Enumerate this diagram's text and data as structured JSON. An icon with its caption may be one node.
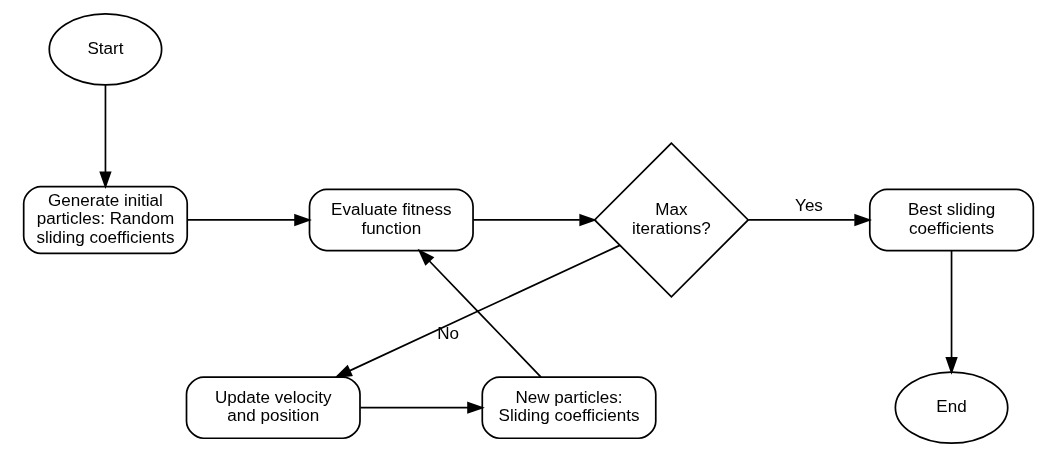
{
  "diagram": {
    "nodes": [
      {
        "text": [
          "Start"
        ]
      },
      {
        "text": [
          "Generate initial particles: Random sliding coefficients"
        ]
      },
      {
        "text": [
          "Evaluate fitness function"
        ]
      },
      {
        "text": [
          "Max iterations?"
        ]
      },
      {
        "text": [
          "Best sliding coefficients"
        ]
      },
      {
        "text": [
          "End"
        ]
      },
      {
        "text": [
          "Update velocity and position"
        ]
      },
      {
        "text": [
          "New particles: Sliding coefficients"
        ]
      }
    ],
    "edges": [
      {
        "from": 0,
        "to": 1,
        "arrow": "to"
      },
      {
        "from": 1,
        "to": 2,
        "arrow": "to"
      },
      {
        "from": 2,
        "to": 3,
        "arrow": "to"
      },
      {
        "from": 3,
        "to": 4,
        "arrow": "to",
        "label": "Yes"
      },
      {
        "from": 4,
        "to": 5,
        "arrow": "to"
      },
      {
        "from": 3,
        "to": 6,
        "arrow": "to",
        "label": "No"
      },
      {
        "from": 6,
        "to": 7,
        "arrow": "to"
      },
      {
        "from": 7,
        "to": 2,
        "arrow": "to"
      }
    ]
  }
}
